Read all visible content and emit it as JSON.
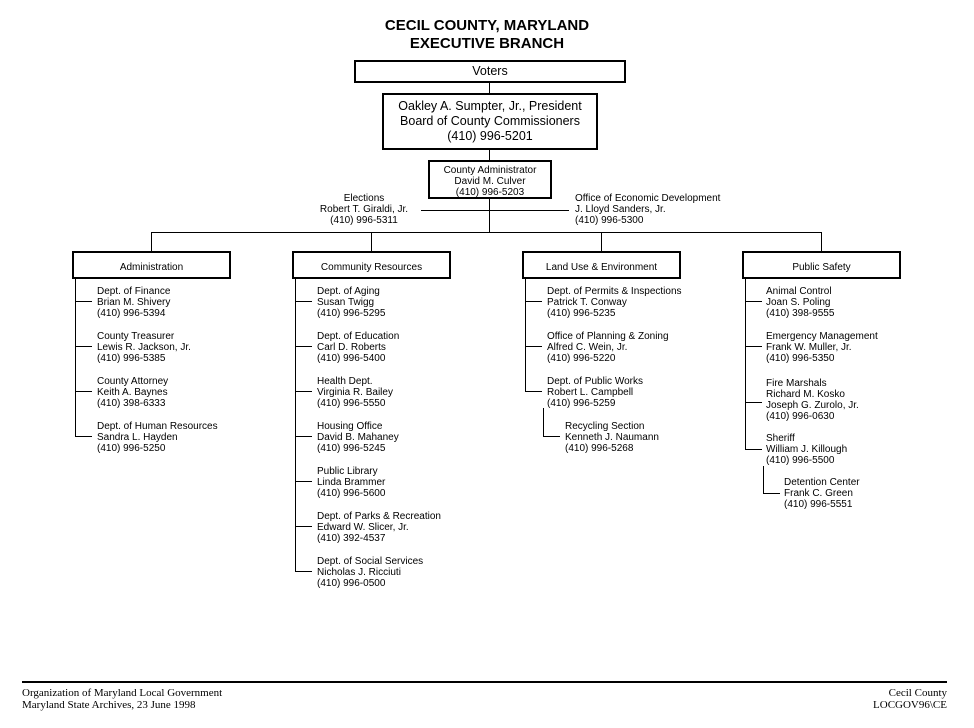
{
  "title": {
    "line1": "CECIL COUNTY, MARYLAND",
    "line2": "EXECUTIVE BRANCH"
  },
  "voters": "Voters",
  "president": {
    "name": "Oakley A. Sumpter, Jr., President",
    "role": "Board of County Commissioners",
    "phone": "(410) 996-5201"
  },
  "administrator": {
    "role": "County Administrator",
    "name": "David M. Culver",
    "phone": "(410) 996-5203"
  },
  "elections": {
    "label": "Elections",
    "name": "Robert T. Giraldi, Jr.",
    "phone": "(410) 996-5311"
  },
  "economic": {
    "label": "Office of Economic Development",
    "name": "J. Lloyd Sanders, Jr.",
    "phone": "(410) 996-5300"
  },
  "divisions": [
    {
      "name": "Administration",
      "items": [
        {
          "label": "Dept. of Finance",
          "name": "Brian M. Shivery",
          "phone": "(410) 996-5394"
        },
        {
          "label": "County Treasurer",
          "name": "Lewis R. Jackson, Jr.",
          "phone": "(410) 996-5385"
        },
        {
          "label": "County Attorney",
          "name": "Keith A. Baynes",
          "phone": "(410) 398-6333"
        },
        {
          "label": "Dept. of Human Resources",
          "name": "Sandra L. Hayden",
          "phone": "(410) 996-5250"
        }
      ]
    },
    {
      "name": "Community Resources",
      "items": [
        {
          "label": "Dept. of Aging",
          "name": "Susan Twigg",
          "phone": "(410) 996-5295"
        },
        {
          "label": "Dept. of Education",
          "name": "Carl D. Roberts",
          "phone": "(410) 996-5400"
        },
        {
          "label": "Health Dept.",
          "name": "Virginia R. Bailey",
          "phone": "(410) 996-5550"
        },
        {
          "label": "Housing Office",
          "name": "David B. Mahaney",
          "phone": "(410) 996-5245"
        },
        {
          "label": "Public Library",
          "name": "Linda Brammer",
          "phone": "(410) 996-5600"
        },
        {
          "label": "Dept. of Parks & Recreation",
          "name": "Edward W. Slicer, Jr.",
          "phone": "(410) 392-4537"
        },
        {
          "label": "Dept. of Social Services",
          "name": "Nicholas J. Ricciuti",
          "phone": "(410) 996-0500"
        }
      ]
    },
    {
      "name": "Land Use & Environment",
      "items": [
        {
          "label": "Dept. of Permits & Inspections",
          "name": "Patrick T. Conway",
          "phone": "(410) 996-5235"
        },
        {
          "label": "Office of Planning & Zoning",
          "name": "Alfred C. Wein, Jr.",
          "phone": "(410) 996-5220"
        },
        {
          "label": "Dept. of Public Works",
          "name": "Robert L. Campbell",
          "phone": "(410) 996-5259"
        }
      ],
      "sub": {
        "label": "Recycling Section",
        "name": "Kenneth J. Naumann",
        "phone": "(410) 996-5268"
      }
    },
    {
      "name": "Public Safety",
      "items": [
        {
          "label": "Animal Control",
          "name": "Joan S. Poling",
          "phone": "(410) 398-9555"
        },
        {
          "label": "Emergency Management",
          "name": "Frank W. Muller, Jr.",
          "phone": "(410) 996-5350"
        },
        {
          "label": "Fire Marshals",
          "name": "Richard M. Kosko",
          "name2": "Joseph G. Zurolo, Jr.",
          "phone": "(410) 996-0630"
        },
        {
          "label": "Sheriff",
          "name": "William J. Killough",
          "phone": "(410) 996-5500"
        }
      ],
      "sub": {
        "label": "Detention Center",
        "name": "Frank C. Green",
        "phone": "(410) 996-5551"
      }
    }
  ],
  "footer": {
    "left1": "Organization of Maryland Local Government",
    "left2": "Maryland State Archives, 23 June 1998",
    "right1": "Cecil County",
    "right2": "LOCGOV96\\CE"
  }
}
